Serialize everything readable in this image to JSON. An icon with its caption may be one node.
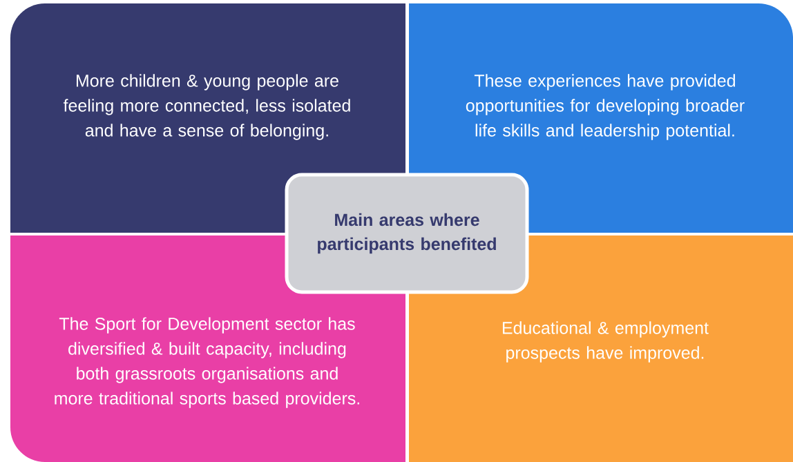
{
  "diagram": {
    "nodes": [
      {
        "text": [
          "More children & young people are feeling more connected, less isolated and have a sense of belonging."
        ]
      },
      {
        "text": [
          "These experiences have provided opportunities for developing broader life skills and leadership potential."
        ]
      },
      {
        "text": [
          "Main areas where participants benefited"
        ]
      },
      {
        "text": [
          "The Sport for Development sector has diversified & built capacity, including both grassroots organisations and more traditional sports based providers."
        ]
      },
      {
        "text": [
          "Educational & employment prospects have improved."
        ]
      }
    ]
  }
}
